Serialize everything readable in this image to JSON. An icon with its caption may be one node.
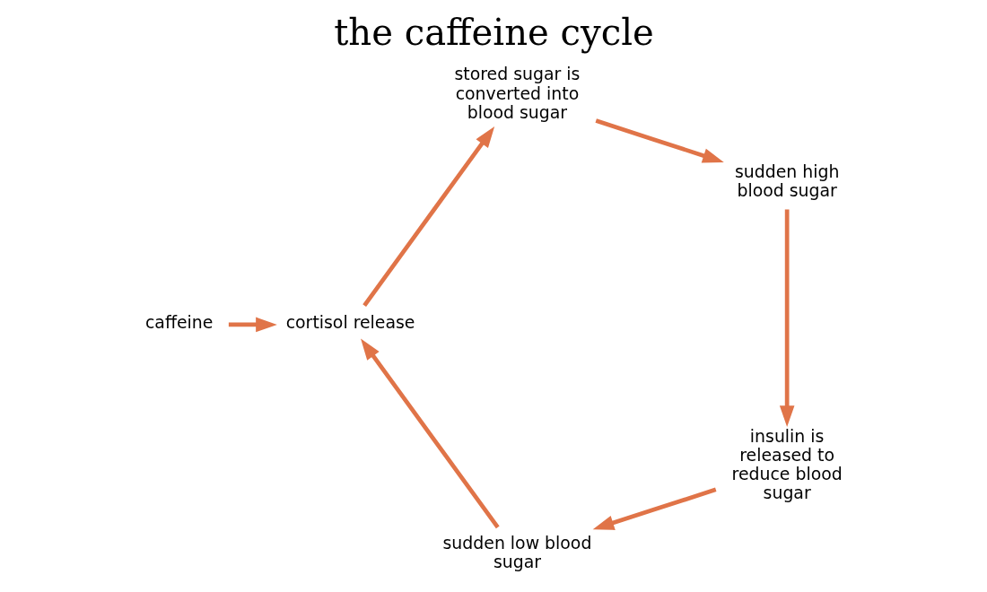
{
  "diagram": {
    "title": "the caffeine cycle",
    "nodes": [
      {
        "text": [
          "caffeine"
        ]
      },
      {
        "text": [
          "cortisol release"
        ]
      },
      {
        "text": [
          "stored sugar is converted into blood sugar"
        ]
      },
      {
        "text": [
          "sudden high blood sugar"
        ]
      },
      {
        "text": [
          "insulin is released to reduce blood sugar"
        ]
      },
      {
        "text": [
          "sudden low blood sugar"
        ]
      }
    ],
    "edges": [
      {
        "from": 0,
        "to": 1,
        "arrow": "to"
      },
      {
        "from": 1,
        "to": 2,
        "arrow": "to"
      },
      {
        "from": 2,
        "to": 3,
        "arrow": "to"
      },
      {
        "from": 3,
        "to": 4,
        "arrow": "to"
      },
      {
        "from": 4,
        "to": 5,
        "arrow": "to"
      },
      {
        "from": 5,
        "to": 1,
        "arrow": "to"
      }
    ]
  }
}
